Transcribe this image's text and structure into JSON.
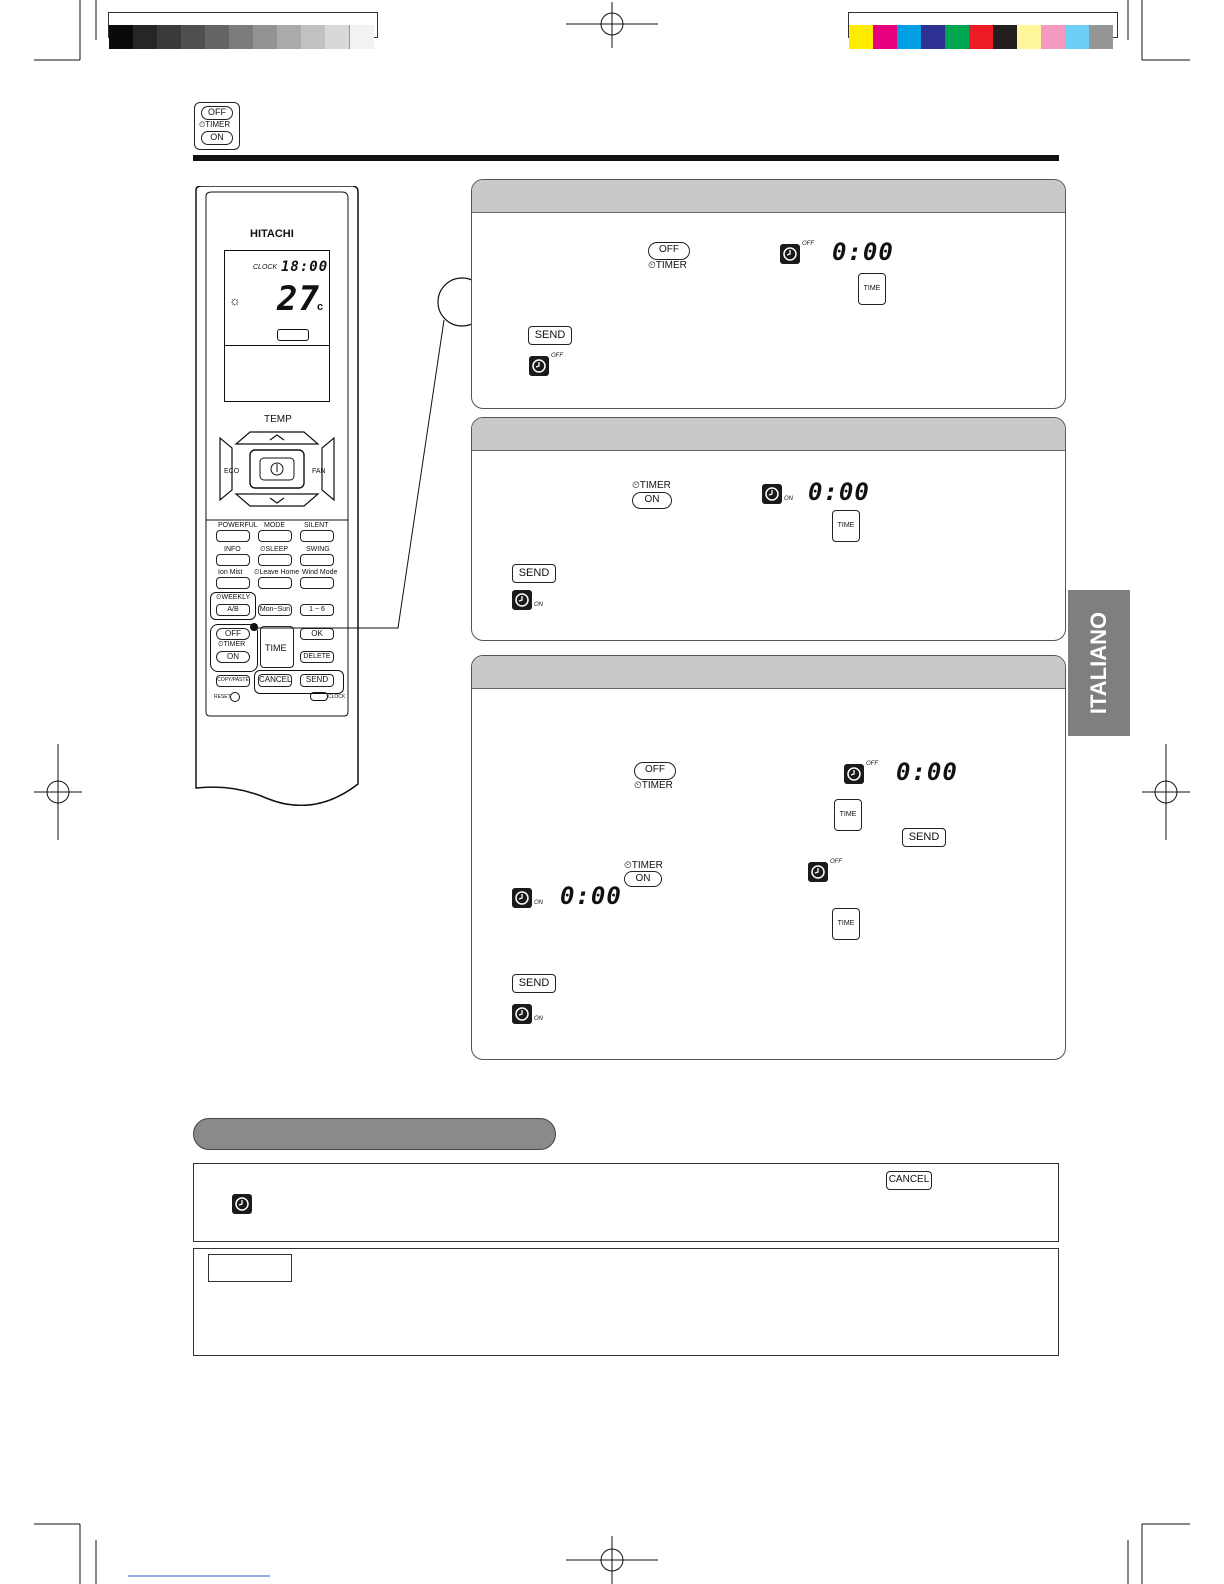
{
  "colors": {
    "grays": [
      "#0a0a0a",
      "#262626",
      "#3a3a3a",
      "#4f4f4f",
      "#656565",
      "#7c7c7c",
      "#939393",
      "#aaaaaa",
      "#c1c1c1",
      "#d8d8d8",
      "#f2f2f2",
      "#ffffff"
    ],
    "process": [
      "#ffec00",
      "#e6007e",
      "#00a0e3",
      "#2e3192",
      "#00a650",
      "#ed1c24",
      "#231f20",
      "#fff799",
      "#f49ac1",
      "#6dcff6",
      "#959595"
    ],
    "panel_header": "#c9c9c9",
    "section_bar": "#8a8a8a",
    "language_tab": "#7f7f7f"
  },
  "header_icon": {
    "off": "OFF",
    "timer": "⏲TIMER",
    "on": "ON"
  },
  "remote": {
    "brand": "HITACHI",
    "clock_label": "CLOCK",
    "clock_time": "18:00",
    "temperature": "27",
    "temp_unit": "c",
    "temp_label": "TEMP",
    "eco": "ECO",
    "fan": "FAN",
    "row1": [
      "POWERFUL",
      "MODE",
      "SILENT"
    ],
    "row2": [
      "INFO",
      "⏲SLEEP",
      "SWING"
    ],
    "row3": [
      "Ion Mist",
      "⏲Leave Home",
      "Wind Mode"
    ],
    "weekly": "⏲WEEKLY",
    "weekly_ab": "A/B",
    "mon_sun": "Mon~Sun",
    "one_six": "1 ~ 6",
    "off": "OFF",
    "timer": "⏲TIMER",
    "on": "ON",
    "time": "TIME",
    "ok": "OK",
    "delete": "DELETE",
    "copy_paste": "COPY/PASTE",
    "cancel": "CANCEL",
    "send": "SEND",
    "reset": "RESET",
    "clock": "CLOCK"
  },
  "panel1": {
    "off": "OFF",
    "timer": "⏲TIMER",
    "tag_off": "OFF",
    "display": "0:00",
    "time": "TIME",
    "send": "SEND",
    "tag_off2": "OFF"
  },
  "panel2": {
    "timer": "⏲TIMER",
    "on": "ON",
    "tag_on": "ON",
    "display": "0:00",
    "time": "TIME",
    "send": "SEND",
    "tag_on2": "ON"
  },
  "panel3": {
    "off": "OFF",
    "timer": "⏲TIMER",
    "tag_off": "OFF",
    "display": "0:00",
    "time": "TIME",
    "send": "SEND",
    "timer2": "⏲TIMER",
    "on2": "ON",
    "tag_off2": "OFF",
    "tag_on": "ON",
    "display2": "0:00",
    "time2": "TIME",
    "send2": "SEND",
    "tag_on2": "ON"
  },
  "cancel_box": {
    "cancel": "CANCEL"
  },
  "side_tab": "ITALIANO"
}
